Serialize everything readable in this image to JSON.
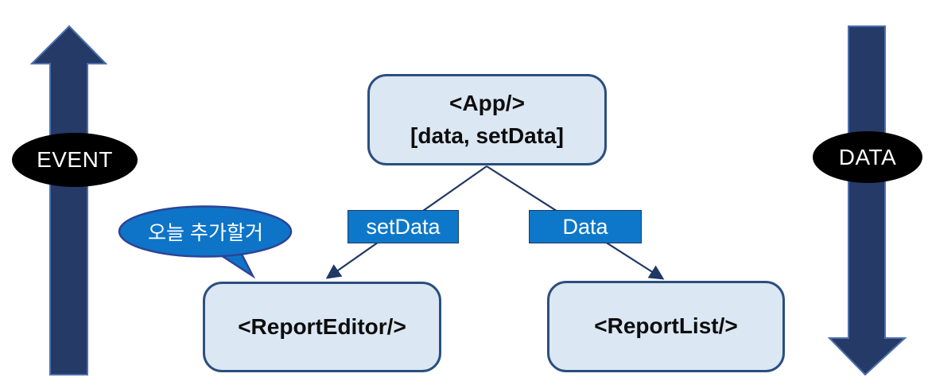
{
  "slide": {
    "app_node": {
      "title": "<App/>",
      "subtitle": "[data, setData]"
    },
    "editor_node": {
      "title": "<ReportEditor/>"
    },
    "list_node": {
      "title": "<ReportList/>"
    },
    "edge_labels": {
      "set_data": "setData",
      "data": "Data"
    },
    "event_badge": {
      "label": "EVENT"
    },
    "data_badge": {
      "label": "DATA"
    },
    "speech_bubble": {
      "text": "오늘 추가할거"
    }
  },
  "colors": {
    "node_fill": "#dbe7f3",
    "node_border": "#2b4f7e",
    "label_fill": "#0d78ca",
    "label_border": "#1f3864",
    "connector": "#1f3864",
    "big_arrow_fill": "#253a66",
    "big_arrow_stroke": "#4d6fae",
    "bubble_fill": "#0e74c8",
    "bubble_border": "#2c4496",
    "badge_fill": "#000000",
    "badge_text": "#ffffff"
  }
}
